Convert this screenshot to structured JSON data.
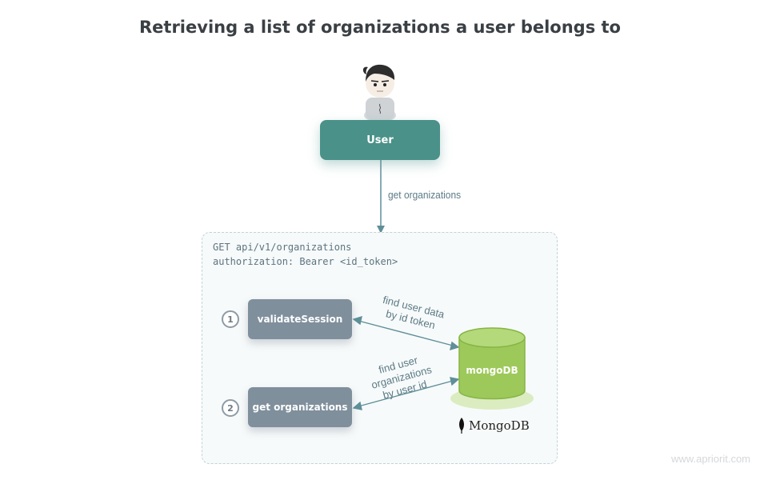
{
  "title": "Retrieving a list of organizations a user belongs to",
  "user": {
    "label": "User"
  },
  "request_edge": {
    "label": "get organizations"
  },
  "api": {
    "line1": "GET api/v1/organizations",
    "line2": "authorization: Bearer <id_token>"
  },
  "steps": [
    {
      "number": "1",
      "label": "validateSession"
    },
    {
      "number": "2",
      "label": "get organizations"
    }
  ],
  "links": [
    {
      "label_line1": "find user data",
      "label_line2": "by id token"
    },
    {
      "label_line1": "find user organizations",
      "label_line2": "by user id"
    }
  ],
  "database": {
    "label": "mongoDB",
    "logo_text": "MongoDB"
  },
  "watermark": "www.apriorit.com",
  "colors": {
    "user_box": "#4a9189",
    "func_box": "#7f8f9c",
    "db_fill": "#9dc95a",
    "arrow": "#5f8f99",
    "title": "#3a3f44"
  }
}
